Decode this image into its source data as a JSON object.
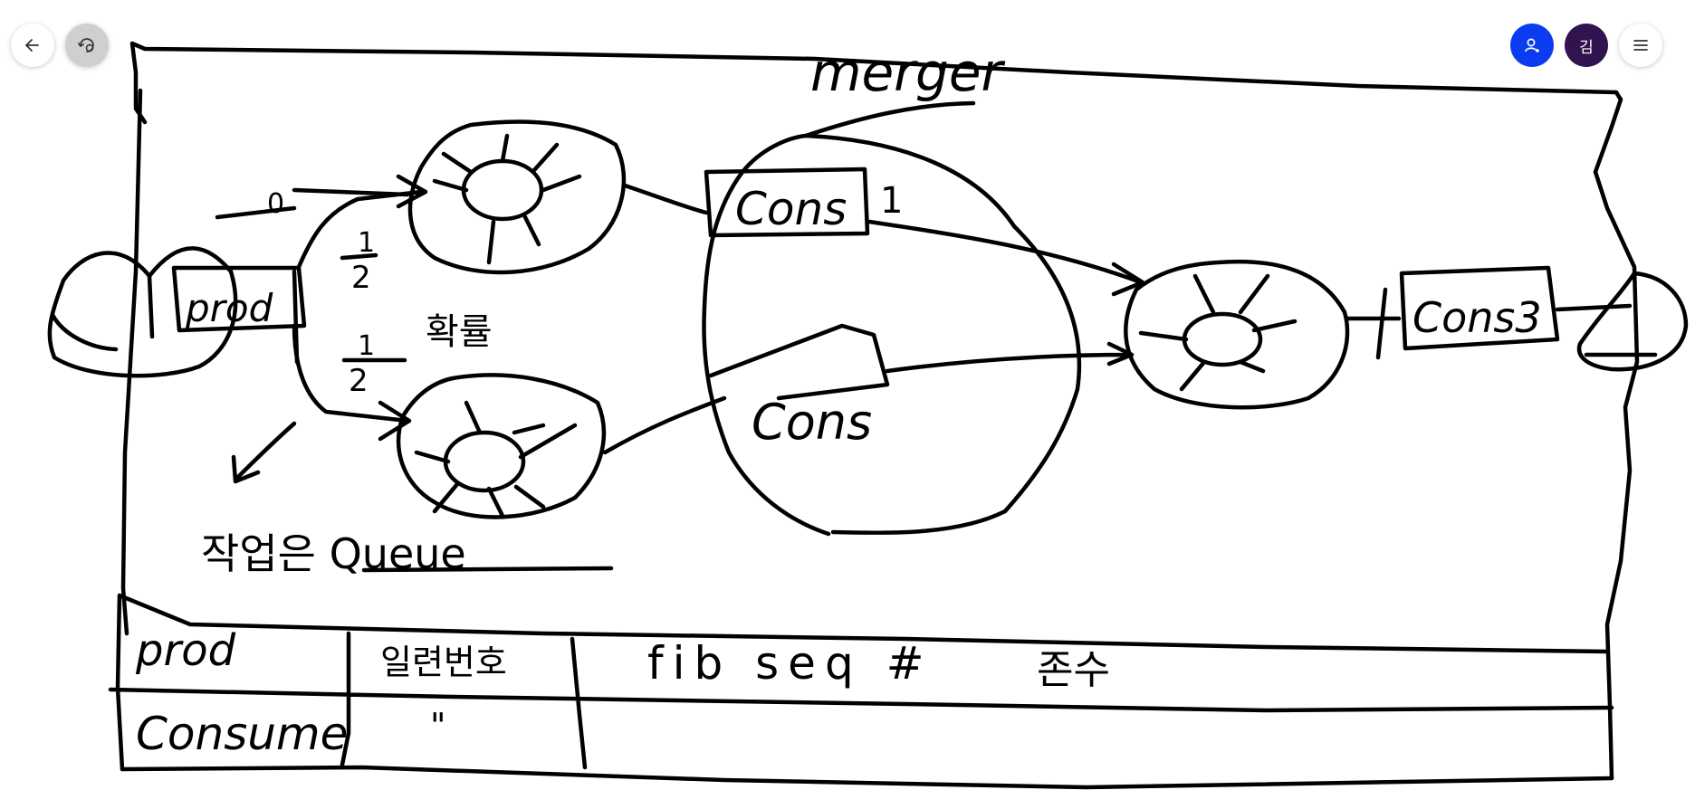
{
  "toolbar": {
    "back_icon": "arrow-left-icon",
    "history_icon": "refresh-clock-icon",
    "share_icon": "add-user-icon",
    "avatar_text": "김",
    "menu_icon": "hamburger-menu-icon",
    "accent_color": "#0b3cf0",
    "avatar_color": "#31134f"
  },
  "drawing": {
    "merger_label": "merger",
    "prod_label": "prod",
    "cons_top_label": "Cons",
    "cons_top_number": "1",
    "cons_bottom_label": "Cons",
    "cons_right_label": "Cons3",
    "prob_label": "확률",
    "half_top_num": "1",
    "half_top_den": "2",
    "half_bottom_num": "1",
    "half_bottom_den": "2",
    "zero_label": "0",
    "queue_label": "작업은 Queue",
    "table": {
      "row1_col1": "prod",
      "row1_col2": "일련번호",
      "row1_col3a": "fib seq #",
      "row1_col3b": "존수",
      "row2_col1": "Consume",
      "row2_col2": "\""
    }
  }
}
